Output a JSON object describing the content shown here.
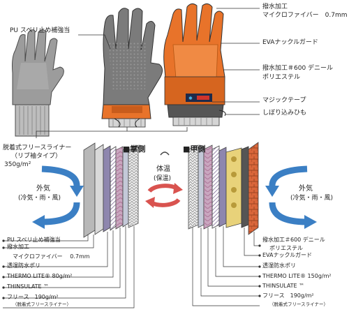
{
  "top": {
    "labels": {
      "pu_reinforce": "PU スベリ止め補強当",
      "water_fiber_1": "撥水加工",
      "water_fiber_2": "マイクロファイバー　0.7mm",
      "eva_guard": "EVAナックルガード",
      "poly600_1": "撥水加工＃600 デニール",
      "poly600_2": "ポリエステル",
      "magic_tape": "マジックテープ",
      "drawstring": "しぼり込みひも",
      "liner_1": "脱着式フリースライナー",
      "liner_2": "（リブ袖タイプ）",
      "liner_3": "350g/m²"
    }
  },
  "section": {
    "palm_title": "■掌側",
    "back_title": "■甲側",
    "body_temp_1": "体温",
    "body_temp_2": "(保温)",
    "outside_left_1": "外気",
    "outside_left_2": "(冷気・雨・風)",
    "outside_right_1": "外気",
    "outside_right_2": "(冷気・雨・風)"
  },
  "palm_layers": [
    "PU スベリ止め補強当",
    "撥水加工",
    "マイクロファイバー　 0.7mm",
    "透湿防水ポリ",
    "THERMO LITE® 80g/m²",
    "THINSULATE ™",
    "フリース　190g/m²",
    "（脱着式フリースライナー）"
  ],
  "back_layers": [
    "撥水加工＃600 デニール",
    "ポリエステル",
    "EVAナックルガード",
    "透湿防水ポリ",
    "THERMO LITE® 150g/m²",
    "THINSULATE ™",
    "フリース　190g/m²",
    "（脱着式フリースライナー）"
  ],
  "colors": {
    "orange": "#e8732a",
    "gray": "#8a8a8a",
    "dark_gray": "#555555",
    "blue_arrow": "#3b7fc4",
    "red_arrow": "#d9534f"
  }
}
